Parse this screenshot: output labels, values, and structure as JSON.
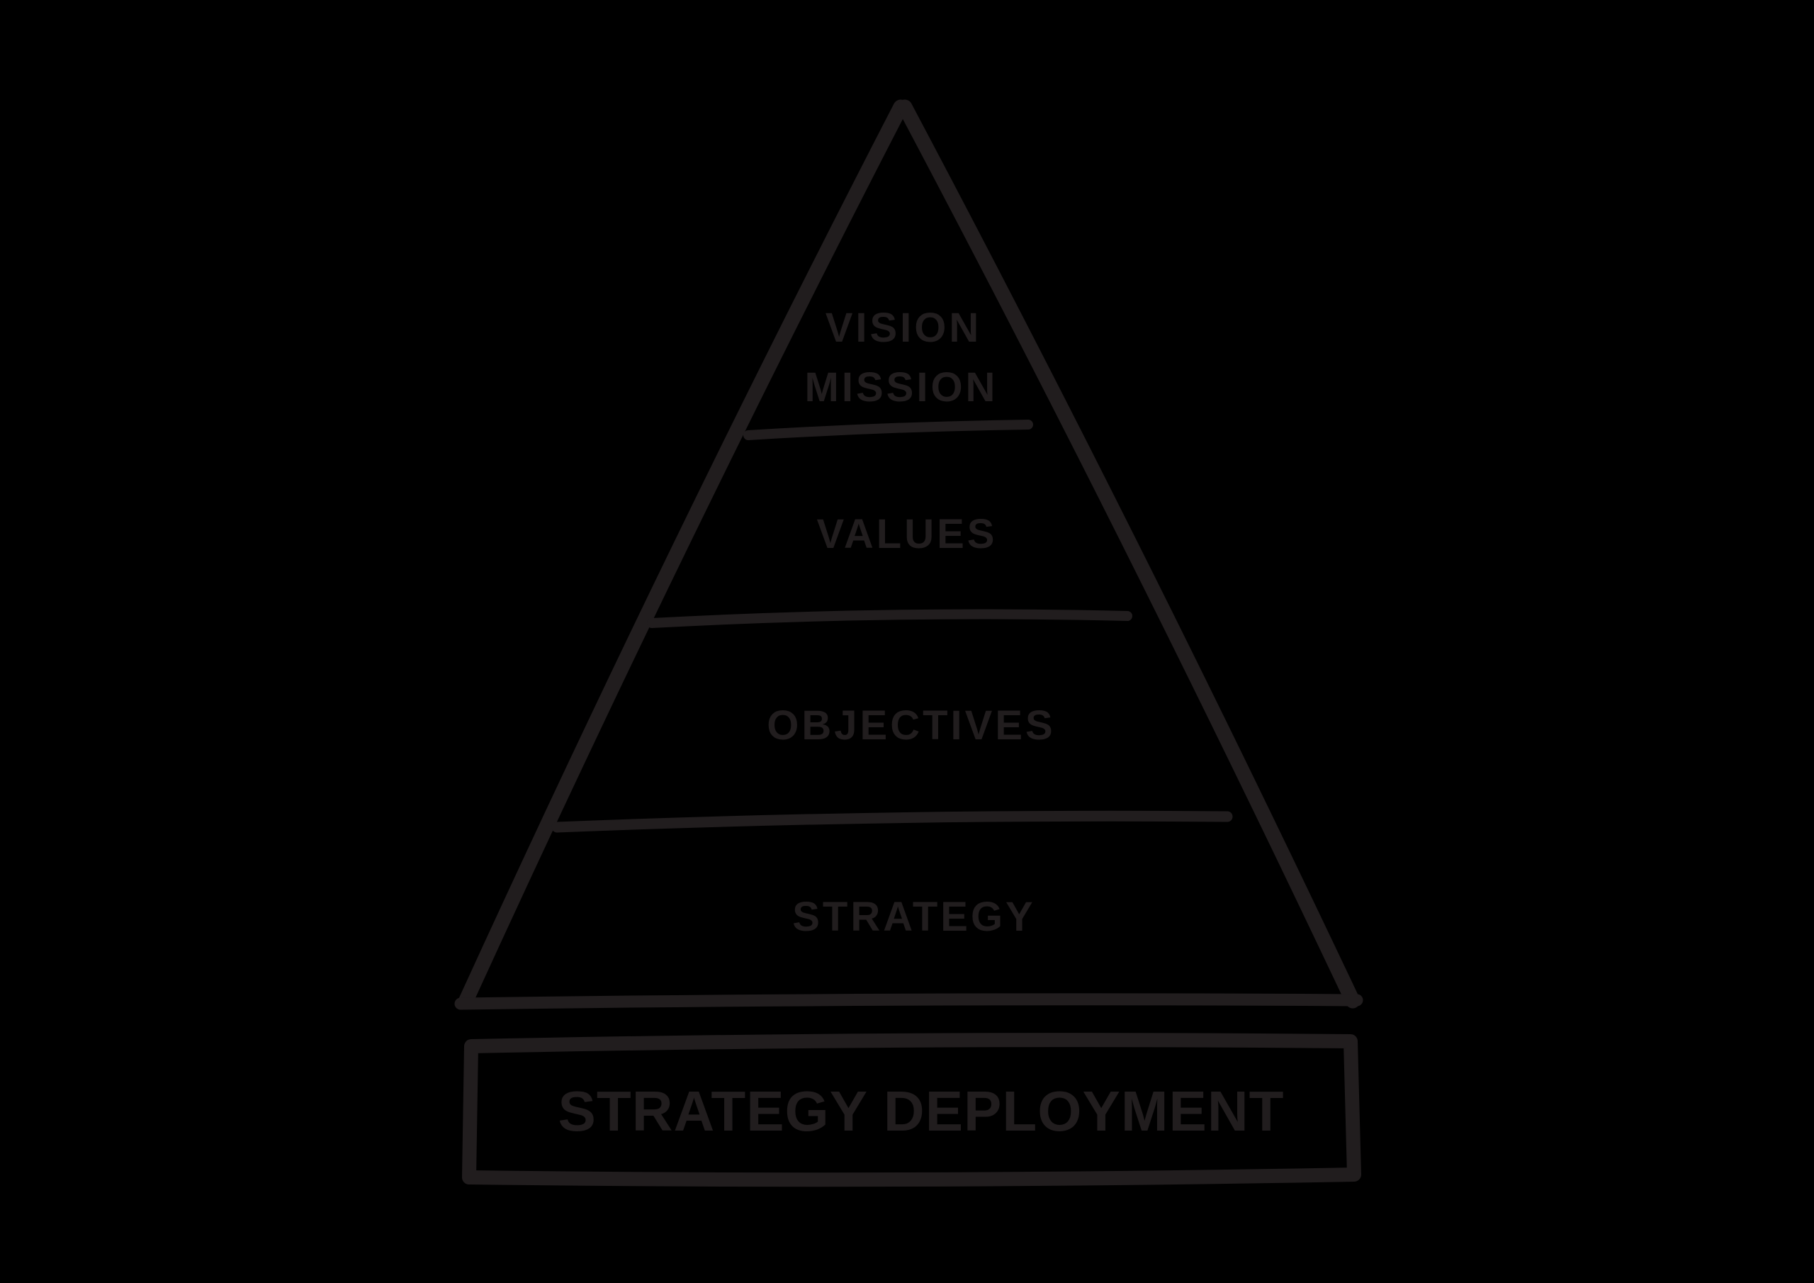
{
  "colors": {
    "background": "#000000",
    "ink": "#211d1e"
  },
  "diagram": {
    "type": "pyramid-diagram",
    "pyramid": {
      "levels": [
        {
          "lines": [
            "VISION",
            "MISSION"
          ]
        },
        {
          "lines": [
            "VALUES"
          ]
        },
        {
          "lines": [
            "OBJECTIVES"
          ]
        },
        {
          "lines": [
            "STRATEGY"
          ]
        }
      ]
    },
    "deployment_box": {
      "label": "STRATEGY DEPLOYMENT"
    }
  }
}
